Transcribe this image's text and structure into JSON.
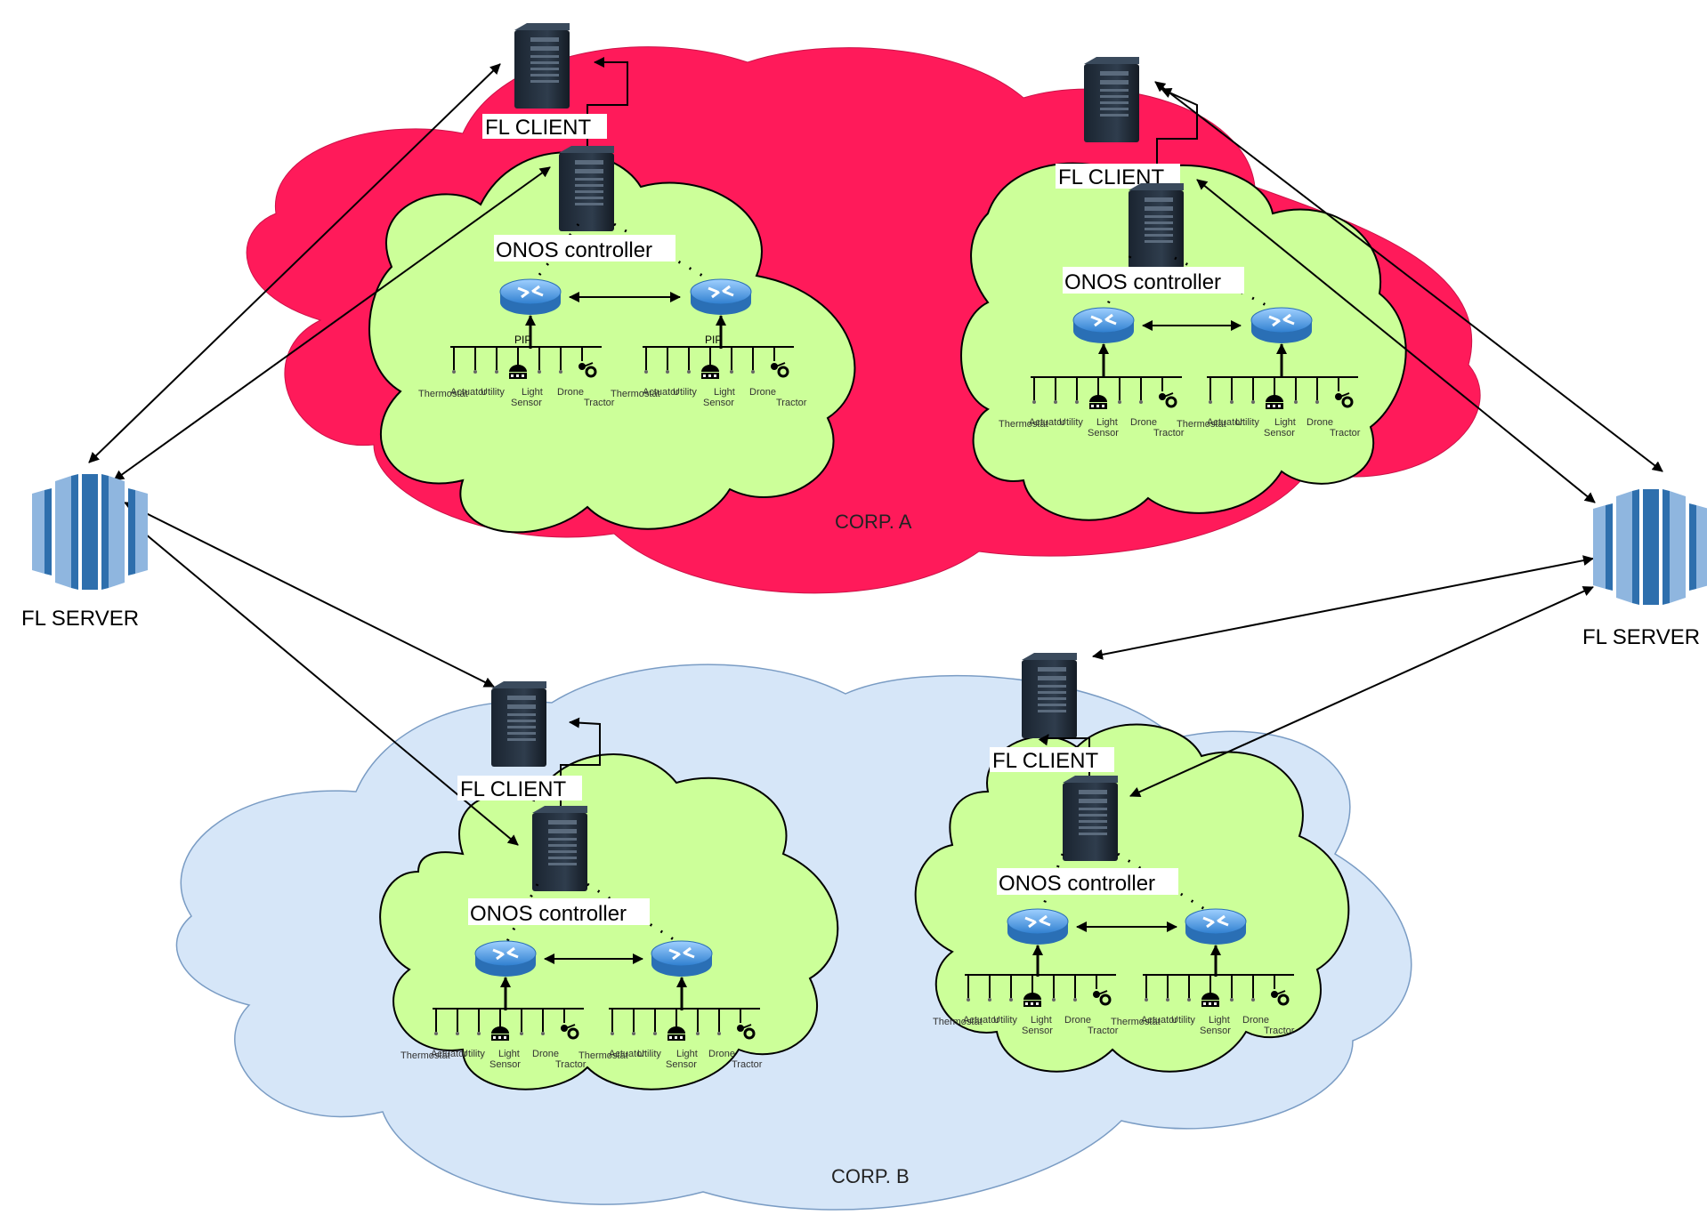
{
  "labels": {
    "corp_a": "CORP. A",
    "corp_b": "CORP. B",
    "fl_server": "FL SERVER",
    "fl_client": "FL CLIENT",
    "onos_controller": "ONOS controller",
    "pip": "PIP"
  },
  "device_labels": [
    "Thermostat",
    "Actuator",
    "Utility",
    "Light",
    "Sensor",
    "Drone",
    "Tractor"
  ],
  "colors": {
    "corp_a_fill": "#ff1a5a",
    "corp_b_fill": "#d6e6f8",
    "cluster_fill": "#ccff99",
    "server_blue": "#2e6fad",
    "server_light": "#8fb6df",
    "client_dark": "#1f2a36",
    "router_blue": "#3f8fd8"
  },
  "icons": {
    "fl_server": "fl-server-icon",
    "fl_client": "fl-client-server-icon",
    "router": "router-icon",
    "device": "iot-device-icon"
  }
}
